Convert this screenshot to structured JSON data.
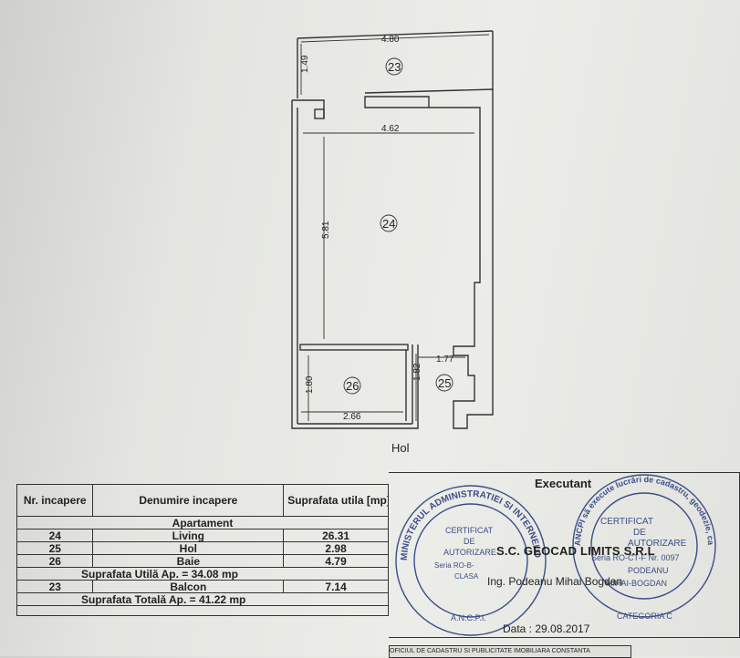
{
  "plan": {
    "corridor_label": "Hol",
    "rooms": [
      {
        "id": "23"
      },
      {
        "id": "24"
      },
      {
        "id": "25"
      },
      {
        "id": "26"
      }
    ],
    "dimensions": {
      "balcony_width": "4.80",
      "balcony_depth": "1.49",
      "living_width": "4.62",
      "living_depth": "5.81",
      "hall_width": "1.77",
      "bath_width": "2.66",
      "bath_depth": "1.80",
      "bath_side": "1.82"
    }
  },
  "table": {
    "headers": {
      "nr": "Nr. incapere",
      "name": "Denumire incapere",
      "area": "Suprafata utila [mp]"
    },
    "apartment_label": "Apartament",
    "rows": [
      {
        "nr": "24",
        "name": "Living",
        "area": "26.31"
      },
      {
        "nr": "25",
        "name": "Hol",
        "area": "2.98"
      },
      {
        "nr": "26",
        "name": "Baie",
        "area": "4.79"
      }
    ],
    "useful_area": "Suprafata Utilă Ap. = 34.08 mp",
    "balcony_row": {
      "nr": "23",
      "name": "Balcon",
      "area": "7.14"
    },
    "total_area": "Suprafata Totală Ap. = 41.22 mp"
  },
  "executant": {
    "title": "Executant",
    "company": "S.C. GEOCAD LIMITS S.R.L",
    "engineer": "Ing. Podeanu Mihai Bogdan",
    "date": "Data : 29.08.2017",
    "stamp_left": {
      "ring": "MINISTERUL ADMINISTRATIEI SI INTERNELOR",
      "line1": "CERTIFICAT",
      "line2": "DE",
      "line3": "AUTORIZARE",
      "line4": "Seria RO-B-",
      "line5": "CLASA",
      "bottom": "A.N.C.P.I."
    },
    "stamp_right": {
      "ring": "ANCPI să execute lucrări de cadastru, geodezie, cartografie",
      "line1": "CERTIFICAT",
      "line2": "DE",
      "line3": "AUTORIZARE",
      "line4": "Seria RO-CT-F Nr. 0097",
      "line5": "PODEANU",
      "line6": "MIHAI-BOGDAN",
      "line7": "CATEGORIA C"
    }
  },
  "footer": {
    "text": "OFICIUL DE CADASTRU SI PUBLICITATE IMOBILIARA CONSTANTA"
  }
}
